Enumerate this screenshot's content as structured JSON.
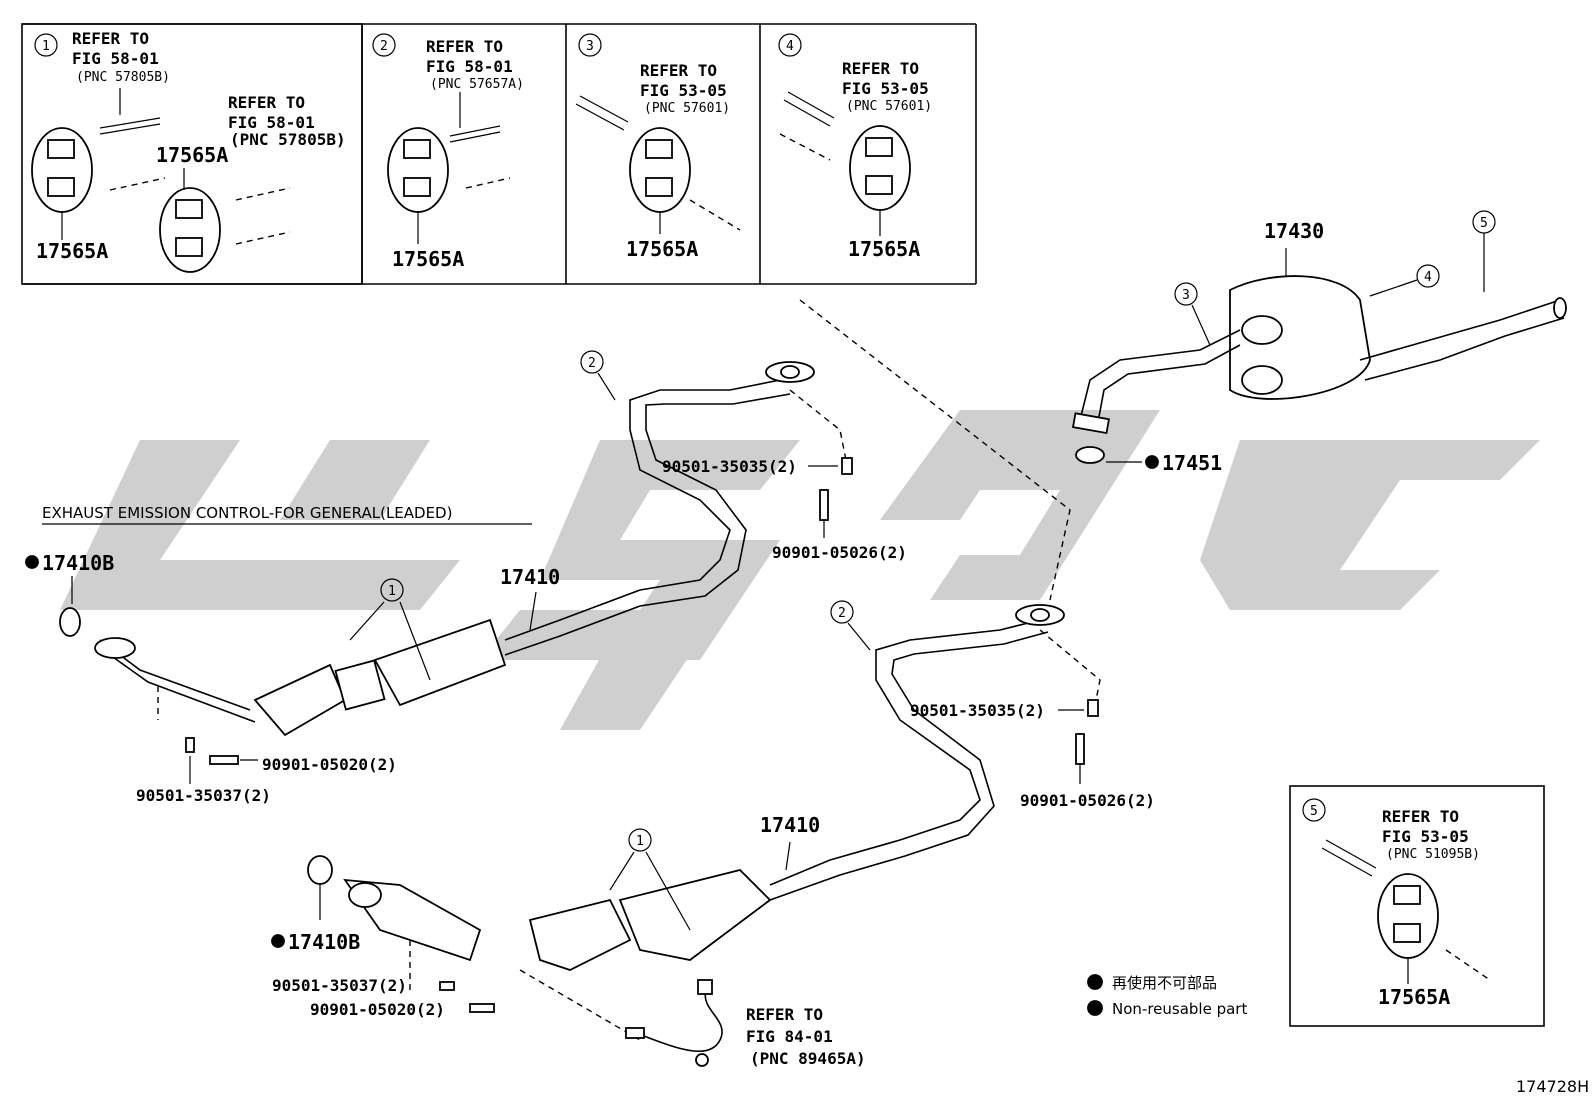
{
  "insets": [
    {
      "num": "1",
      "refs": [
        {
          "lines": [
            "REFER TO",
            "FIG 58-01"
          ],
          "pnc": "(PNC 57805B)"
        },
        {
          "lines": [
            "REFER TO",
            "FIG 58-01"
          ],
          "pnc": "(PNC 57805B)"
        }
      ],
      "parts": [
        "17565A",
        "17565A"
      ]
    },
    {
      "num": "2",
      "refs": [
        {
          "lines": [
            "REFER TO",
            "FIG 58-01"
          ],
          "pnc": "(PNC 57657A)"
        }
      ],
      "parts": [
        "17565A"
      ]
    },
    {
      "num": "3",
      "refs": [
        {
          "lines": [
            "REFER TO",
            "FIG 53-05"
          ],
          "pnc": "(PNC 57601)"
        }
      ],
      "parts": [
        "17565A"
      ]
    },
    {
      "num": "4",
      "refs": [
        {
          "lines": [
            "REFER TO",
            "FIG 53-05"
          ],
          "pnc": "(PNC 57601)"
        }
      ],
      "parts": [
        "17565A"
      ]
    },
    {
      "num": "5",
      "refs": [
        {
          "lines": [
            "REFER TO",
            "FIG 53-05"
          ],
          "pnc": "(PNC 51095B)"
        }
      ],
      "parts": [
        "17565A"
      ]
    }
  ],
  "section_title": "EXHAUST EMISSION CONTROL-FOR GENERAL(LEADED)",
  "callouts": {
    "c1": "1",
    "c2": "2",
    "c3": "3",
    "c4": "4",
    "c5": "5"
  },
  "parts": {
    "muffler": "17430",
    "gasket_rear": "17451",
    "front_pipe": "17410",
    "gasket_front": "17410B",
    "spring": "90501-35035(2)",
    "bolt": "90901-05026(2)",
    "spring_front": "90501-35037(2)",
    "bolt_front": "90901-05020(2)"
  },
  "sensor_ref": {
    "lines": [
      "REFER TO",
      "FIG 84-01"
    ],
    "pnc": "(PNC 89465A)"
  },
  "legend": {
    "jp": "再使用不可部品",
    "en": "Non-reusable part"
  },
  "diagram_id": "174728H",
  "watermark_color": "#cfcfcf"
}
